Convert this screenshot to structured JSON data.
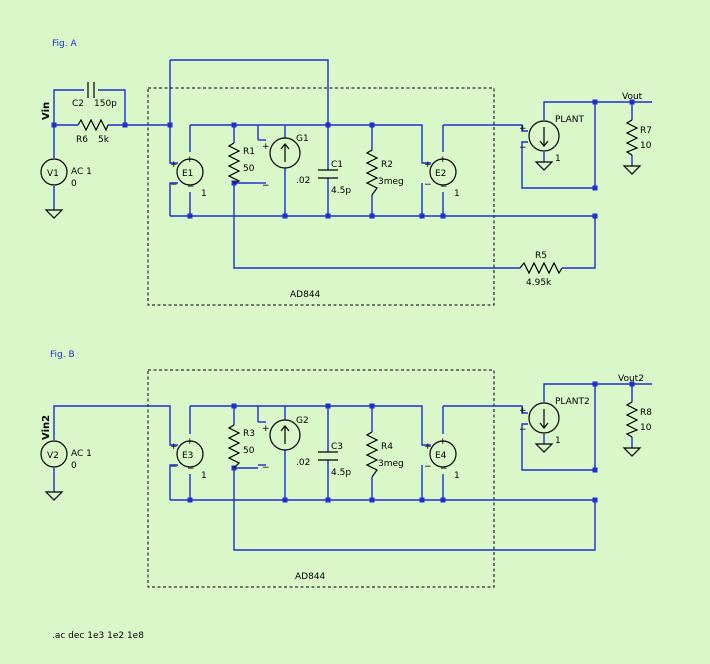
{
  "figures": {
    "a": {
      "title": "Fig. A",
      "box_label": "AD844",
      "nets": {
        "vin": "Vin",
        "vout": "Vout"
      },
      "components": {
        "c2": {
          "name": "C2",
          "value": "150p"
        },
        "r6": {
          "name": "R6",
          "value": "5k"
        },
        "v1": {
          "name": "V1",
          "value": "AC 1",
          "value2": "0"
        },
        "e1": {
          "name": "E1",
          "value": "1"
        },
        "r1": {
          "name": "R1",
          "value": "50"
        },
        "g1": {
          "name": "G1",
          "value": ".02"
        },
        "c1": {
          "name": "C1",
          "value": "4.5p"
        },
        "r2": {
          "name": "R2",
          "value": "3meg"
        },
        "e2": {
          "name": "E2",
          "value": "1"
        },
        "plant": {
          "name": "PLANT",
          "value": "1"
        },
        "r7": {
          "name": "R7",
          "value": "10"
        },
        "r5": {
          "name": "R5",
          "value": "4.95k"
        }
      }
    },
    "b": {
      "title": "Fig. B",
      "box_label": "AD844",
      "nets": {
        "vin": "Vin2",
        "vout": "Vout2"
      },
      "components": {
        "v2": {
          "name": "V2",
          "value": "AC 1",
          "value2": "0"
        },
        "e3": {
          "name": "E3",
          "value": "1"
        },
        "r3": {
          "name": "R3",
          "value": "50"
        },
        "g2": {
          "name": "G2",
          "value": ".02"
        },
        "c3": {
          "name": "C3",
          "value": "4.5p"
        },
        "r4": {
          "name": "R4",
          "value": "3meg"
        },
        "e4": {
          "name": "E4",
          "value": "1"
        },
        "plant": {
          "name": "PLANT2",
          "value": "1"
        },
        "r8": {
          "name": "R8",
          "value": "10"
        }
      }
    }
  },
  "directive": ".ac dec 1e3 1e2 1e8"
}
